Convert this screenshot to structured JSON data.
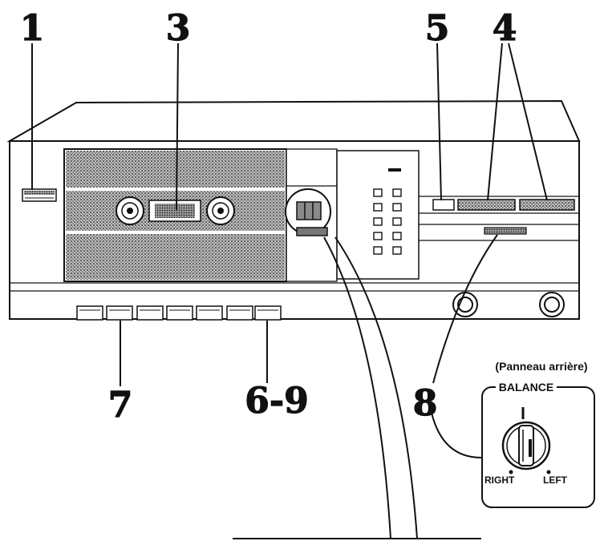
{
  "callouts": {
    "c1": "1",
    "c3": "3",
    "c5": "5",
    "c4": "4",
    "c7": "7",
    "c69": "6-9",
    "c8": "8"
  },
  "inset": {
    "caption": "(Panneau arrière)",
    "title": "BALANCE",
    "right": "RIGHT",
    "left": "LEFT"
  },
  "colors": {
    "ink": "#111111",
    "paper": "#ffffff",
    "stipple": "#bdbdbd"
  }
}
